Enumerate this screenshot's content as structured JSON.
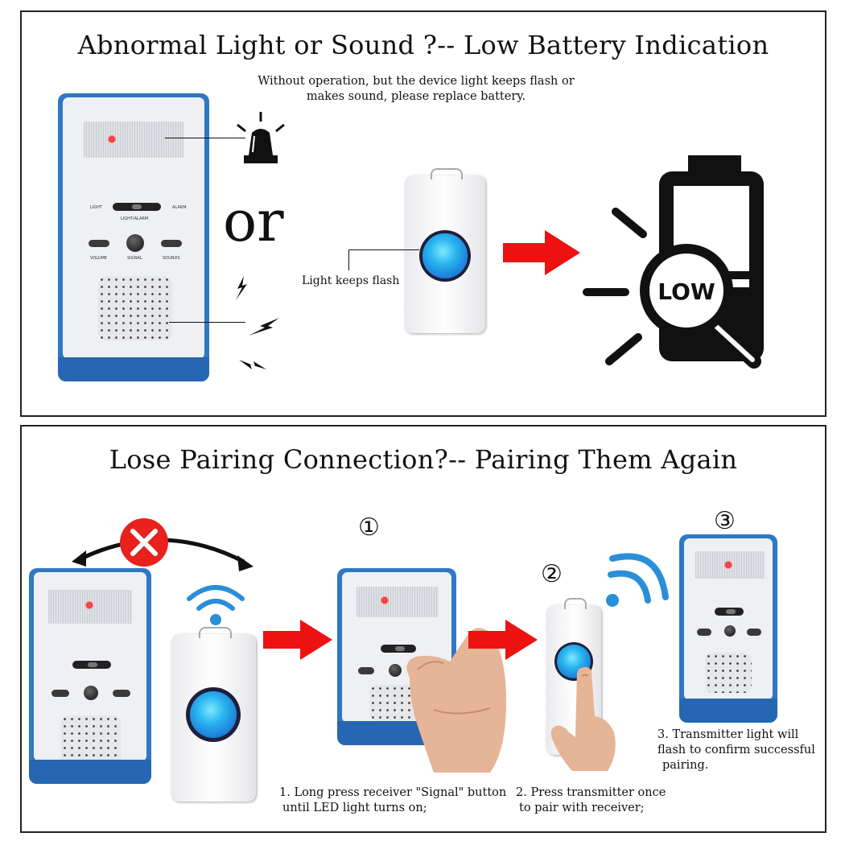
{
  "panel1": {
    "title": "Abnormal Light or Sound ?-- Low Battery Indication",
    "description_line1": "Without operation, but the device light keeps flash or",
    "description_line2": "makes sound, please replace battery.",
    "or_text": "or",
    "light_label": "Light keeps flash",
    "battery_badge": "LOW",
    "receiver_labels": {
      "light": "LIGHT",
      "alarm": "ALARM",
      "light_alarm": "LIGHT/ALARM",
      "volume": "VOLUME",
      "signal": "SIGNAL",
      "sounds": "SOUNDS"
    }
  },
  "panel2": {
    "title": "Lose Pairing Connection?-- Pairing Them Again",
    "step1_number": "①",
    "step2_number": "②",
    "step3_number": "③",
    "step1_line1": "1. Long press receiver \"Signal\" button",
    "step1_line2": "until LED light turns on;",
    "step2_line1": "2. Press transmitter once",
    "step2_line2": "to pair with receiver;",
    "step3_line1": "3. Transmitter light will",
    "step3_line2": "flash to confirm successful",
    "step3_line3": "pairing."
  },
  "colors": {
    "arrow": "#ee1111",
    "receiver_blue": "#2f78c4",
    "button_blue": "#2bb6f0",
    "cross": "#e8211d"
  }
}
